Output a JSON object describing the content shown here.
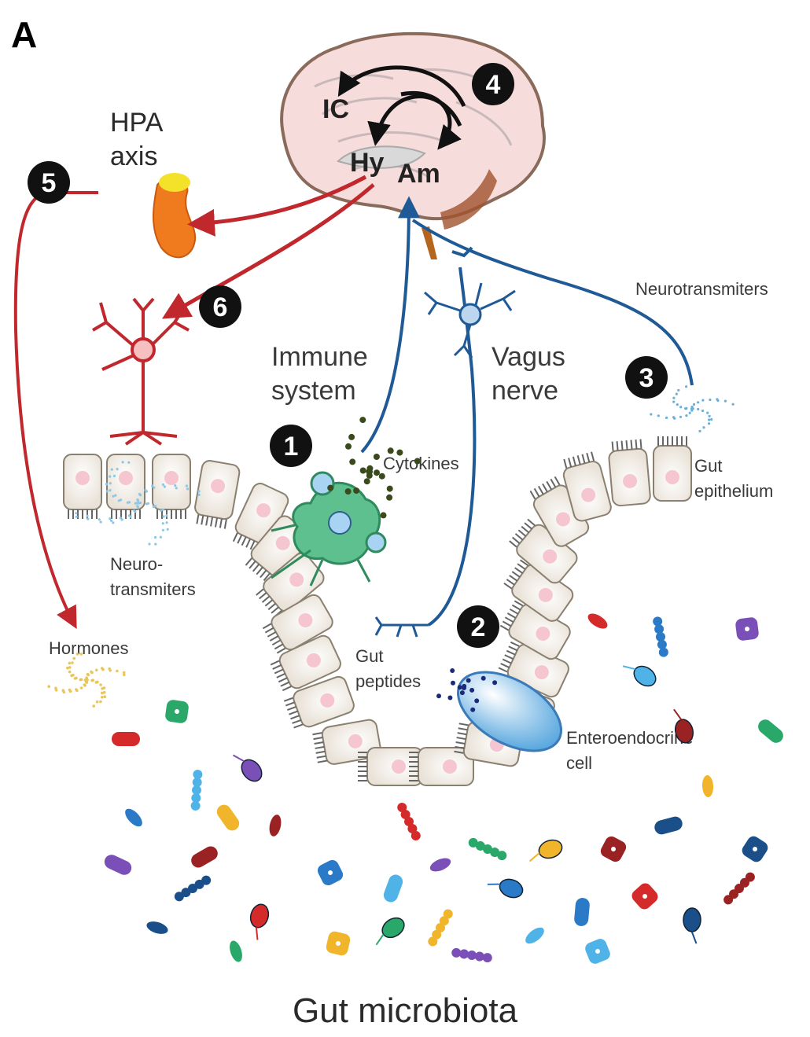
{
  "panel_label": "A",
  "brain": {
    "ic": "IC",
    "hy": "Hy",
    "am": "Am"
  },
  "labels": {
    "hpa_line1": "HPA",
    "hpa_line2": "axis",
    "neurotransmiters_top": "Neurotransmiters",
    "immune_line1": "Immune",
    "immune_line2": "system",
    "vagus_line1": "Vagus",
    "vagus_line2": "nerve",
    "cytokines": "Cytokines",
    "gut_epithelium_line1": "Gut",
    "gut_epithelium_line2": "epithelium",
    "neuro_line1": "Neuro-",
    "neuro_line2": "transmiters",
    "hormones": "Hormones",
    "gut_peptides_line1": "Gut",
    "gut_peptides_line2": "peptides",
    "entero_line1": "Enteroendocrine",
    "entero_line2": "cell",
    "gut_microbiota": "Gut microbiota"
  },
  "numbers": [
    "1",
    "2",
    "3",
    "4",
    "5",
    "6"
  ],
  "colors": {
    "pathway_red": "#c0282d",
    "pathway_blue": "#1f5a96",
    "brain_fill": "#f7dcdc",
    "number_badge": "#111111"
  }
}
